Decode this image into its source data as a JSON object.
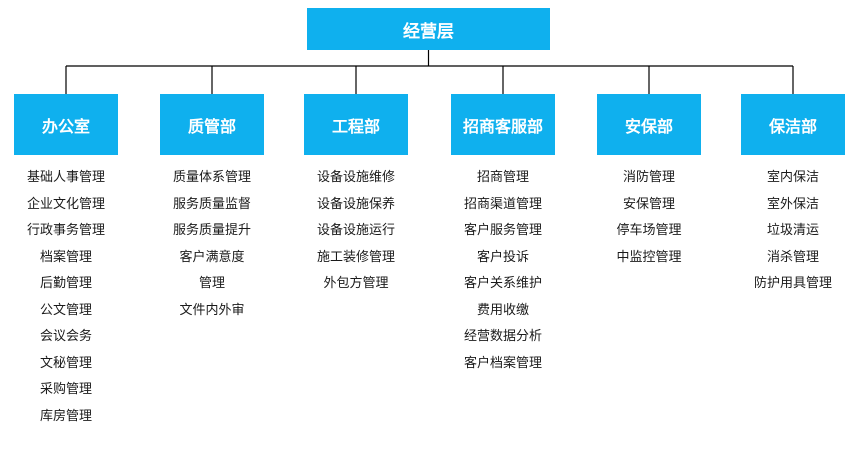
{
  "top": {
    "label": "经营层"
  },
  "line_color": "#000000",
  "box_color": "#0fb0ee",
  "departments": [
    {
      "name": "办公室",
      "items": [
        "基础人事管理",
        "企业文化管理",
        "行政事务管理",
        "档案管理",
        "后勤管理",
        "公文管理",
        "会议会务",
        "文秘管理",
        "采购管理",
        "库房管理"
      ]
    },
    {
      "name": "质管部",
      "items": [
        "质量体系管理",
        "服务质量监督",
        "服务质量提升",
        "客户满意度",
        "管理",
        "文件内外审"
      ]
    },
    {
      "name": "工程部",
      "items": [
        "设备设施维修",
        "设备设施保养",
        "设备设施运行",
        "施工装修管理",
        "外包方管理"
      ]
    },
    {
      "name": "招商客服部",
      "items": [
        "招商管理",
        "招商渠道管理",
        "客户服务管理",
        "客户投诉",
        "客户关系维护",
        "费用收缴",
        "经营数据分析",
        "客户档案管理"
      ]
    },
    {
      "name": "安保部",
      "items": [
        "消防管理",
        "安保管理",
        "停车场管理",
        "中监控管理"
      ]
    },
    {
      "name": "保洁部",
      "items": [
        "室内保洁",
        "室外保洁",
        "垃圾清运",
        "消杀管理",
        "防护用具管理"
      ]
    }
  ]
}
